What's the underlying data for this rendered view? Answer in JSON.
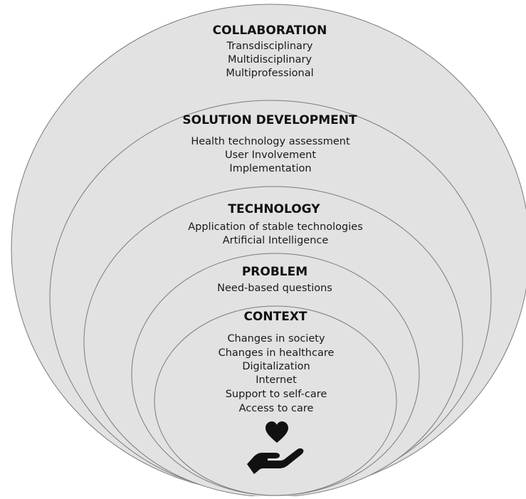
{
  "layers": [
    {
      "title": "COLLABORATION",
      "items": [
        "Transdisciplinary",
        "Multidisciplinary",
        "Multiprofessional"
      ]
    },
    {
      "title": "SOLUTION DEVELOPMENT",
      "items": [
        "Health technology assessment",
        "User Involvement",
        "Implementation"
      ]
    },
    {
      "title": "TECHNOLOGY",
      "items": [
        "Application of stable technologies",
        "Artificial Intelligence"
      ]
    },
    {
      "title": "PROBLEM",
      "items": [
        "Need-based questions"
      ]
    },
    {
      "title": "CONTEXT",
      "items": [
        "Changes in society",
        "Changes in healthcare",
        "Digitalization",
        "Internet",
        "Support to self-care",
        "Access to care"
      ]
    }
  ],
  "icons": {
    "center": "heart-in-hand-icon"
  },
  "colors": {
    "ring_fill": "#e2e2e2",
    "ring_stroke": "#7a7a7a",
    "text": "#111111",
    "icon": "#111111"
  }
}
